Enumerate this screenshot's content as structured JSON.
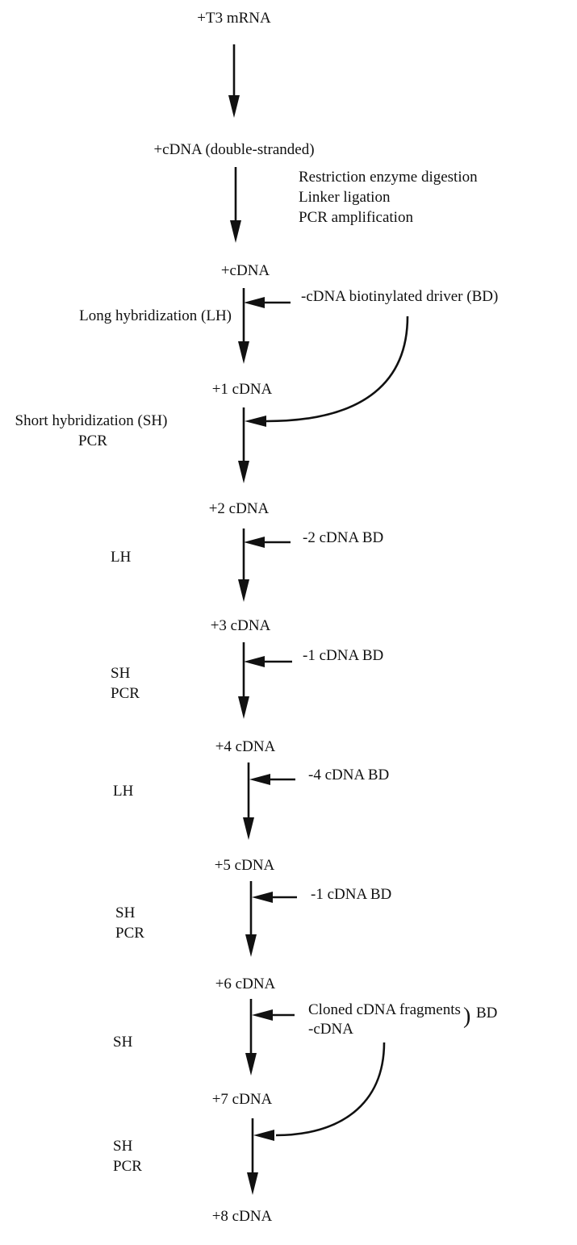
{
  "nodes": {
    "t3_mrna": "+T3 mRNA",
    "cdna_ds": "+cDNA (double-stranded)",
    "cdna": "+cDNA",
    "c1": "+1 cDNA",
    "c2": "+2 cDNA",
    "c3": "+3 cDNA",
    "c4": "+4 cDNA",
    "c5": "+5 cDNA",
    "c6": "+6 cDNA",
    "c7": "+7 cDNA",
    "c8": "+8 cDNA"
  },
  "processing_steps": [
    "Restriction enzyme digestion",
    "Linker ligation",
    "PCR amplification"
  ],
  "steps": {
    "s1_label": "Long hybridization (LH)",
    "s1_driver": "-cDNA biotinylated driver (BD)",
    "s2_label": "Short hybridization (SH)",
    "s2_label2": "PCR",
    "s3_label": "LH",
    "s3_driver": "-2 cDNA BD",
    "s4_label": "SH",
    "s4_label2": "PCR",
    "s4_driver": "-1 cDNA BD",
    "s5_label": "LH",
    "s5_driver": "-4 cDNA BD",
    "s6_label": "SH",
    "s6_label2": "PCR",
    "s6_driver": "-1 cDNA BD",
    "s7_label": "SH",
    "s7_driver1": "Cloned cDNA fragments",
    "s7_driver2": "-cDNA",
    "s7_bracket": ")",
    "s7_bd": "BD",
    "s8_label": "SH",
    "s8_label2": "PCR"
  }
}
